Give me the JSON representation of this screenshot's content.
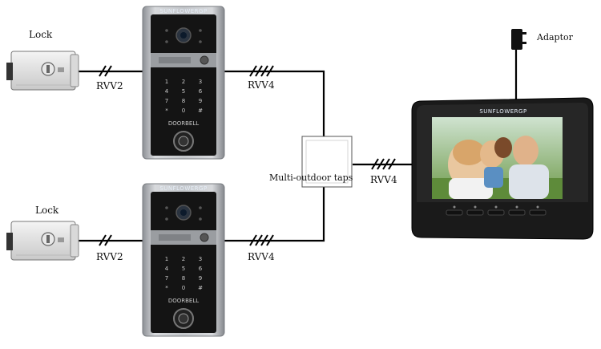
{
  "locks": [
    {
      "label": "Lock",
      "cable": "RVV2"
    },
    {
      "label": "Lock",
      "cable": "RVV2"
    }
  ],
  "door_stations": [
    {
      "brand": "SUNFLOWERGP",
      "logo": "DOORBELL",
      "cable": "RVV4"
    },
    {
      "brand": "SUNFLOWERGP",
      "logo": "DOORBELL",
      "cable": "RVV4"
    }
  ],
  "taps": {
    "label": "Multi-outdoor taps",
    "cable": "RVV4"
  },
  "monitor": {
    "brand": "SUNFLOWERGP"
  },
  "adaptor": {
    "label": "Adaptor"
  },
  "keypad": [
    "1",
    "2",
    "3",
    "4",
    "5",
    "6",
    "7",
    "8",
    "9",
    "*",
    "0",
    "#"
  ],
  "colors": {
    "wire": "#000000",
    "panel": "#b9bcc0",
    "monitor": "#1a1a1a"
  }
}
